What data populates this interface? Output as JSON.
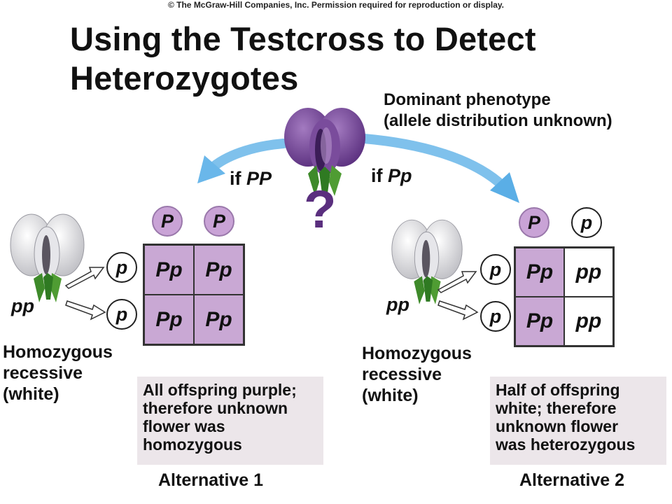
{
  "copyright": "© The McGraw-Hill Companies, Inc. Permission required for reproduction or display.",
  "title_line1": "Using the Testcross to Detect",
  "title_line2": "Heterozygotes",
  "dominant_line1": "Dominant phenotype",
  "dominant_line2": "(allele distribution unknown)",
  "question_mark": "?",
  "left": {
    "if_prefix": "if ",
    "if_genotype": "PP",
    "parent_genotype": "pp",
    "top_gametes": [
      "P",
      "P"
    ],
    "side_gametes": [
      "p",
      "p"
    ],
    "cells": [
      "Pp",
      "Pp",
      "Pp",
      "Pp"
    ],
    "homo_line1": "Homozygous",
    "homo_line2": "recessive",
    "homo_line3": "(white)",
    "note_lines": [
      "All offspring purple;",
      "therefore unknown",
      "flower was",
      "homozygous"
    ],
    "alt_label": "Alternative 1"
  },
  "right": {
    "if_prefix": "if ",
    "if_genotype": "Pp",
    "parent_genotype": "pp",
    "top_gametes": [
      "P",
      "p"
    ],
    "side_gametes": [
      "p",
      "p"
    ],
    "cells": [
      "Pp",
      "pp",
      "Pp",
      "pp"
    ],
    "homo_line1": "Homozygous",
    "homo_line2": "recessive",
    "homo_line3": "(white)",
    "note_lines": [
      "Half of offspring",
      "white; therefore",
      "unknown flower",
      "was heterozygous"
    ],
    "alt_label": "Alternative 2"
  },
  "colors": {
    "purple_cell": "#c9a8d4",
    "purple_flower": "#6b3d8c",
    "arrow_blue": "#7fc1ec",
    "note_bg": "#ece6ea"
  }
}
